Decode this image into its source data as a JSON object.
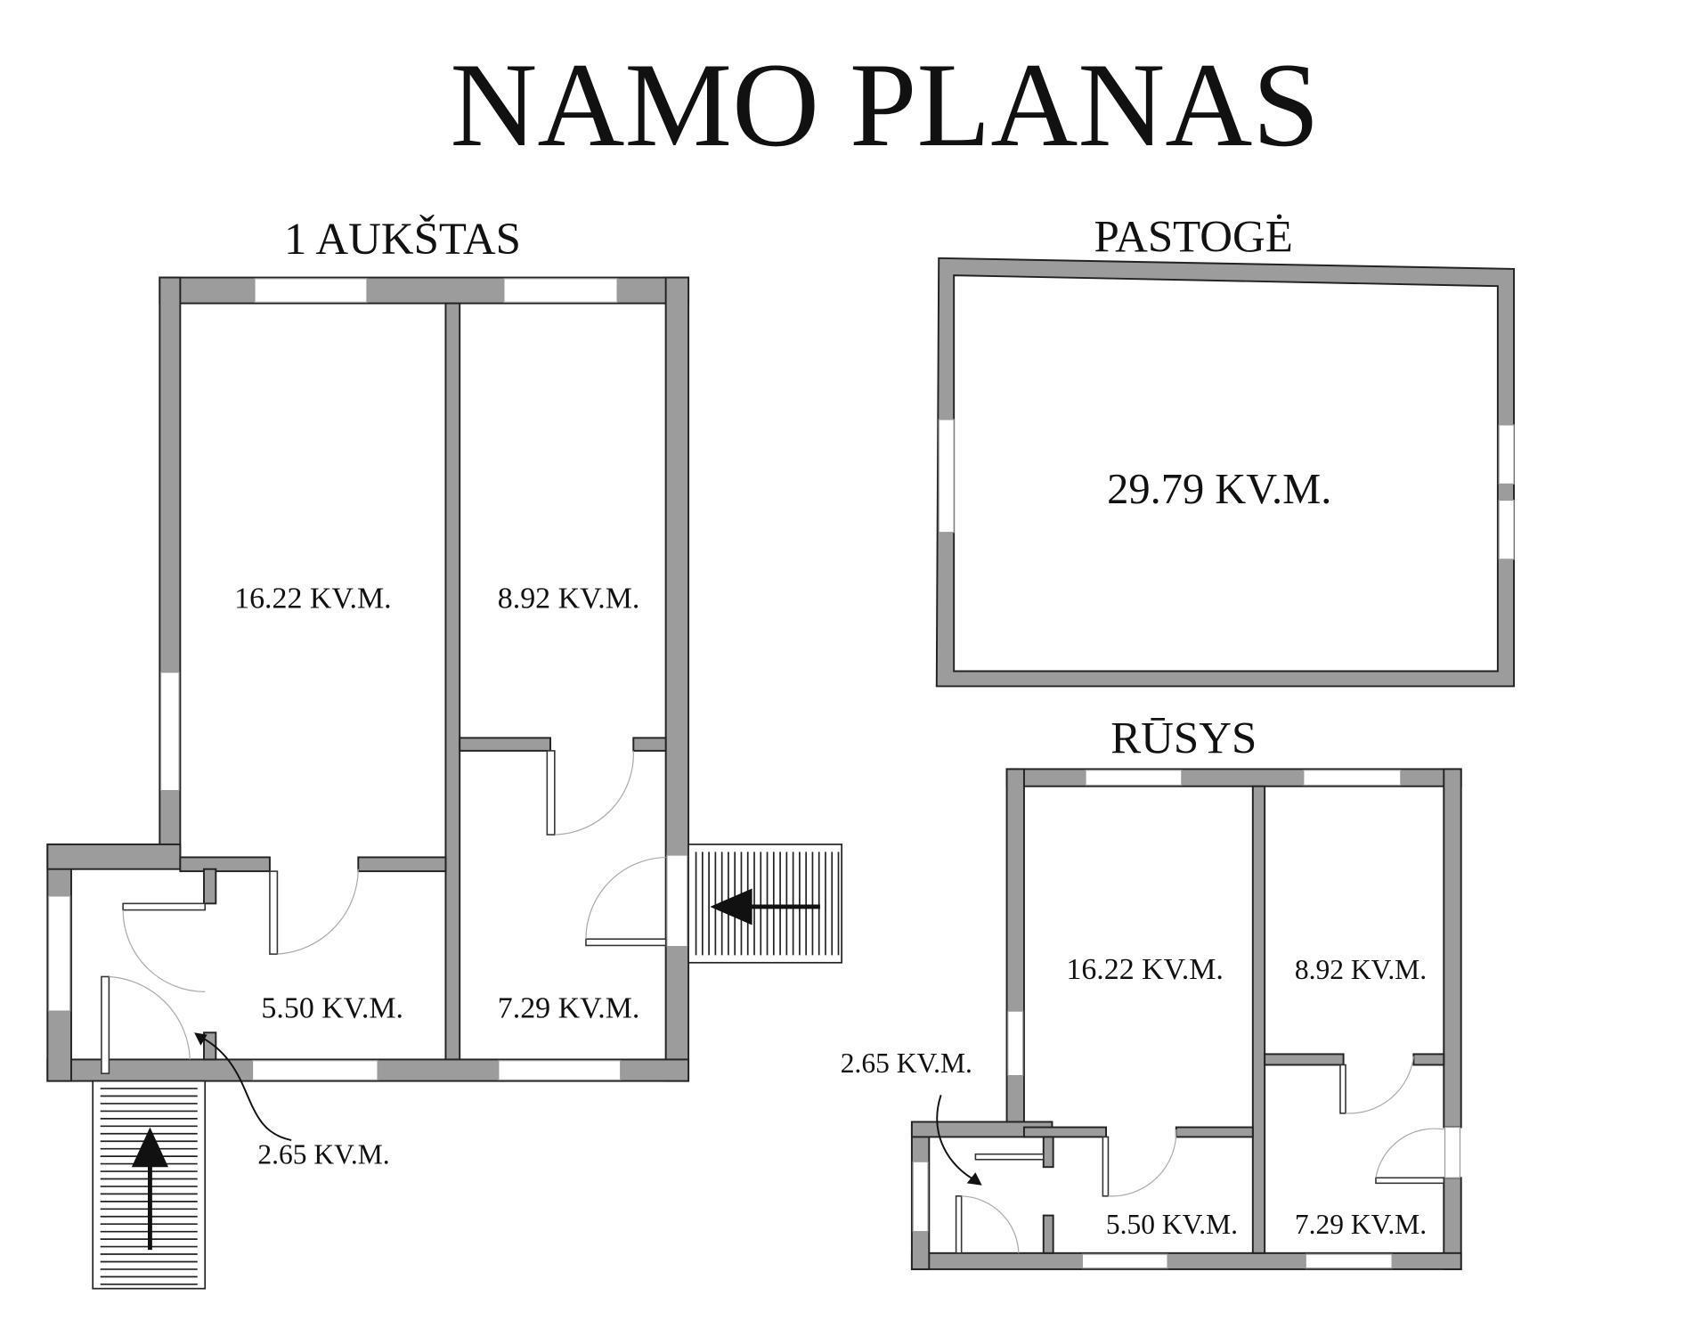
{
  "title": "NAMO PLANAS",
  "floors": {
    "first": {
      "heading": "1 AUKŠTAS",
      "rooms": [
        "16.22 KV.M.",
        "8.92 KV.M.",
        "5.50 KV.M.",
        "7.29 KV.M.",
        "2.65 KV.M."
      ]
    },
    "attic": {
      "heading": "PASTOGĖ",
      "rooms": [
        "29.79 KV.M."
      ]
    },
    "basement": {
      "heading": "RŪSYS",
      "rooms": [
        "16.22 KV.M.",
        "8.92 KV.M.",
        "5.50 KV.M.",
        "7.29 KV.M.",
        "2.65 KV.M."
      ]
    }
  },
  "colors": {
    "wall": "#9c9c9c",
    "line": "#222222",
    "background": "#ffffff"
  }
}
